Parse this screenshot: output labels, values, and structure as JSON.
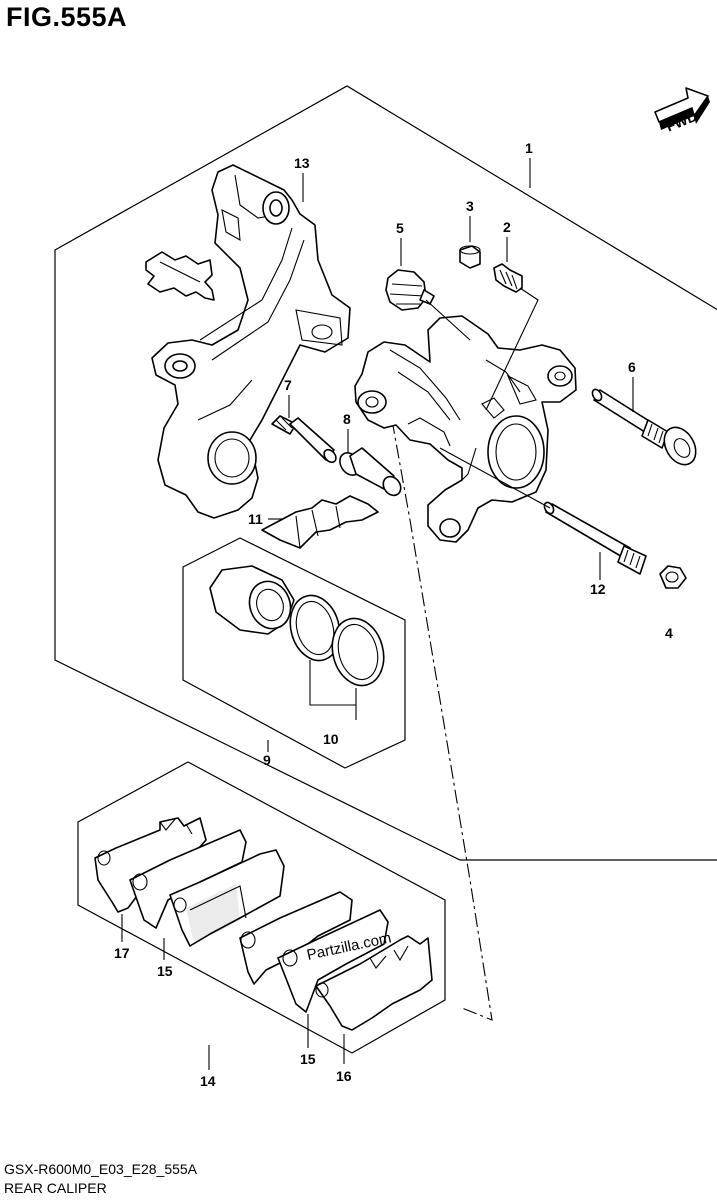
{
  "figure": {
    "title": "FIG.555A",
    "fwd_label": "FWD",
    "footer_code": "GSX-R600M0_E03_E28_555A",
    "footer_name": "REAR CALIPER",
    "watermark": "Partzilla.com"
  },
  "callouts": {
    "c1": "1",
    "c2": "2",
    "c3": "3",
    "c4": "4",
    "c5": "5",
    "c6": "6",
    "c7": "7",
    "c8": "8",
    "c9": "9",
    "c10": "10",
    "c11": "11",
    "c12": "12",
    "c13": "13",
    "c14": "14",
    "c15a": "15",
    "c15b": "15",
    "c16": "16",
    "c17": "17"
  }
}
